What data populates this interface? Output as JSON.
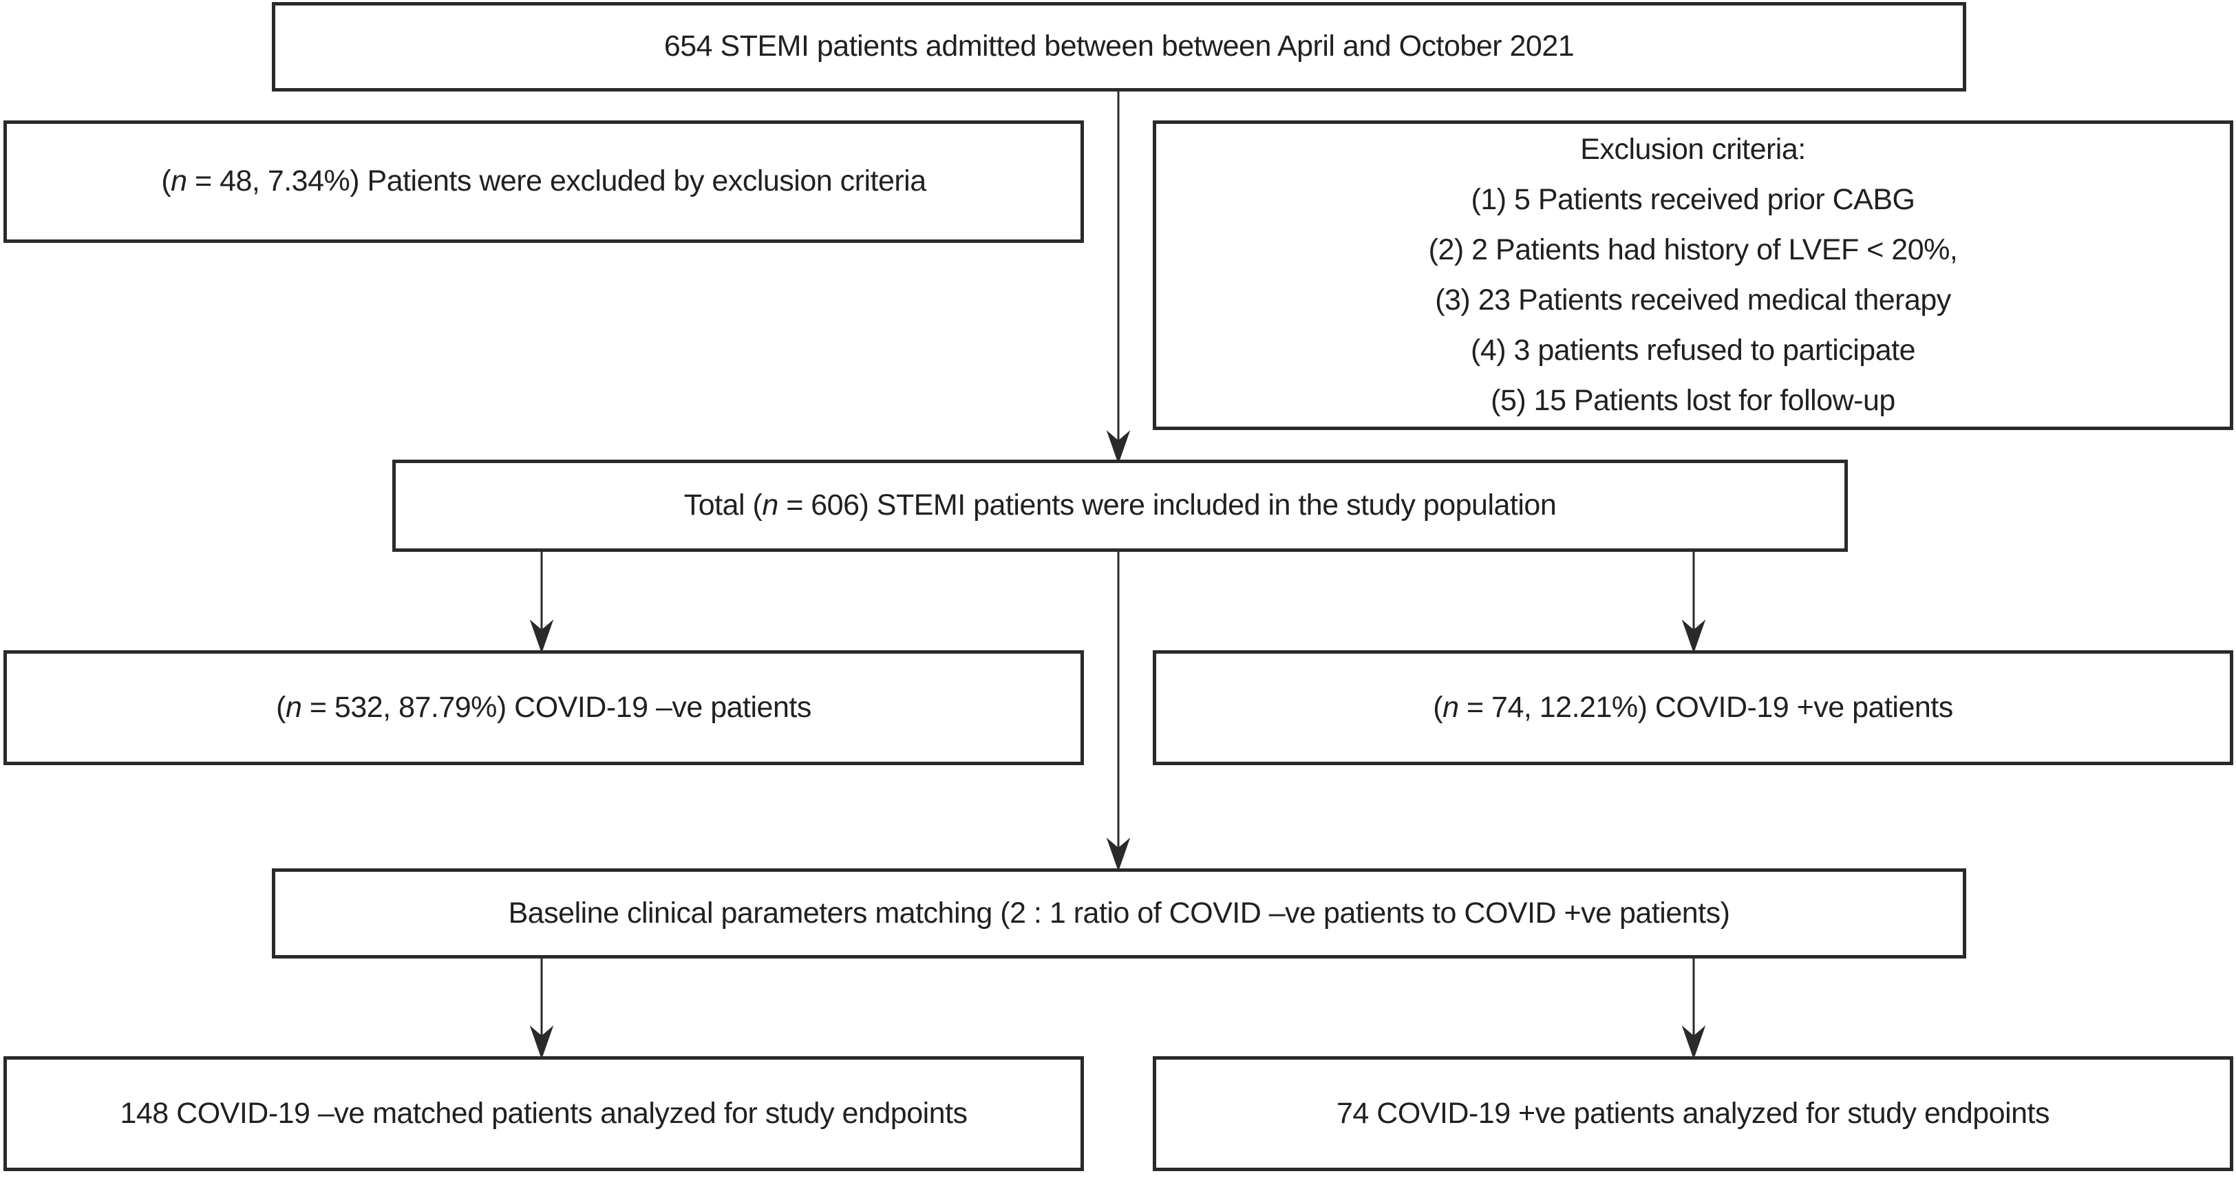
{
  "diagram": {
    "type": "patient-flow-chart",
    "colors": {
      "border": "#2b292c",
      "text": "#231f20",
      "background": "#ffffff"
    },
    "boxes": {
      "top": {
        "text": "654 STEMI patients admitted between between April and October 2021"
      },
      "excluded": {
        "pre": "(",
        "n": "n",
        "post": " = 48, 7.34%) Patients were excluded by exclusion criteria"
      },
      "criteria": {
        "lines": [
          "Exclusion criteria:",
          "(1) 5 Patients received prior CABG",
          "(2) 2 Patients had history of LVEF < 20%,",
          "(3) 23 Patients received medical therapy",
          "(4) 3 patients refused to participate",
          "(5) 15 Patients lost for follow-up"
        ]
      },
      "total": {
        "pre": "Total (",
        "n": "n",
        "post": " = 606) STEMI patients were included in the study population"
      },
      "covid_neg": {
        "pre": "(",
        "n": "n",
        "post": " = 532, 87.79%) COVID-19 –ve patients"
      },
      "covid_pos": {
        "pre": "(",
        "n": "n",
        "post": " = 74, 12.21%) COVID-19 +ve patients"
      },
      "matching": {
        "text": "Baseline clinical parameters matching (2 : 1 ratio of COVID –ve patients to COVID +ve patients)"
      },
      "neg_endpoints": {
        "text": "148 COVID-19 –ve matched patients analyzed for study endpoints"
      },
      "pos_endpoints": {
        "text": "74 COVID-19 +ve patients analyzed for study endpoints"
      }
    }
  }
}
